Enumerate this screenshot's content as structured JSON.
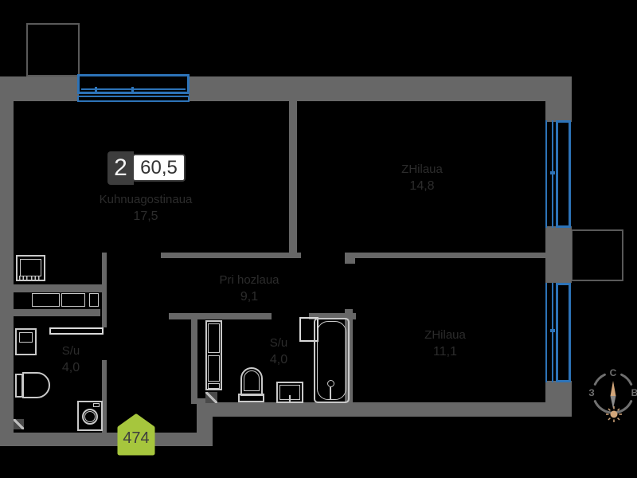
{
  "badge": {
    "room_count": "2",
    "total_area": "60,5"
  },
  "rooms": {
    "kitchen": {
      "name": "Kuhnuagostinaua",
      "area": "17,5"
    },
    "living1": {
      "name": "ZHilaua",
      "area": "14,8"
    },
    "hallway": {
      "name": "Pri hozlaua",
      "area": "9,1"
    },
    "bath1": {
      "name": "S/u",
      "area": "4,0"
    },
    "bath2": {
      "name": "S/u",
      "area": "4,0"
    },
    "living2": {
      "name": "ZHilaua",
      "area": "11,1"
    }
  },
  "entrance_badge": {
    "number": "474",
    "color": "#a6c63d"
  },
  "compass": {
    "north": "С",
    "west": "З",
    "east": "В"
  },
  "colors": {
    "background": "#000000",
    "wall": "#676767",
    "window_blue": "#2d73b8",
    "fixture_outline": "#c9c9c9",
    "label_text": "#2c2c2c",
    "compass_needle_tan": "#d2a67a"
  },
  "icons": [
    "house-badge-icon",
    "compass-rose-icon",
    "sun-icon"
  ]
}
